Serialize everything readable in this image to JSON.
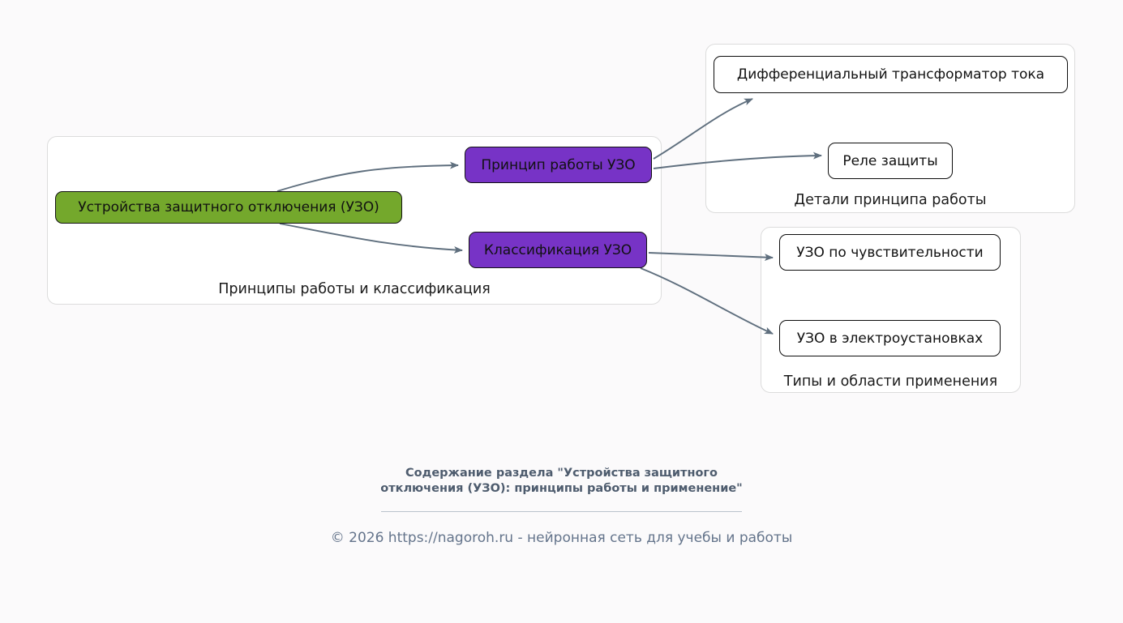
{
  "diagram": {
    "type": "flowchart",
    "background_color": "#fbfafb",
    "node_colors": {
      "root_green": "#74a82c",
      "branch_purple": "#7733c6",
      "leaf_white": "#ffffff",
      "edge_gray": "#5f6f7e",
      "cluster_border": "#dcdcdc"
    },
    "clusters": [
      {
        "id": "principles",
        "label": "Принципы работы и классификация"
      },
      {
        "id": "details",
        "label": "Детали принципа работы"
      },
      {
        "id": "types",
        "label": "Типы и области применения"
      }
    ],
    "nodes": [
      {
        "id": "rcd",
        "label": "Устройства защитного отключения (УЗО)",
        "style": "green"
      },
      {
        "id": "principle",
        "label": "Принцип работы УЗО",
        "style": "purple"
      },
      {
        "id": "classify",
        "label": "Классификация УЗО",
        "style": "purple"
      },
      {
        "id": "transformer",
        "label": "Дифференциальный трансформатор тока",
        "style": "plain"
      },
      {
        "id": "relay",
        "label": "Реле защиты",
        "style": "plain"
      },
      {
        "id": "sensitivity",
        "label": "УЗО по чувствительности",
        "style": "plain"
      },
      {
        "id": "installs",
        "label": "УЗО в электроустановках",
        "style": "plain"
      }
    ],
    "edges": [
      {
        "from": "rcd",
        "to": "principle"
      },
      {
        "from": "rcd",
        "to": "classify"
      },
      {
        "from": "principle",
        "to": "transformer"
      },
      {
        "from": "principle",
        "to": "relay"
      },
      {
        "from": "classify",
        "to": "sensitivity"
      },
      {
        "from": "classify",
        "to": "installs"
      }
    ]
  },
  "footer": {
    "title": "Содержание раздела \"Устройства защитного отключения (УЗО): принципы работы и применение\"",
    "copyright": "© 2026 https://nagoroh.ru - нейронная сеть для учебы и работы"
  }
}
